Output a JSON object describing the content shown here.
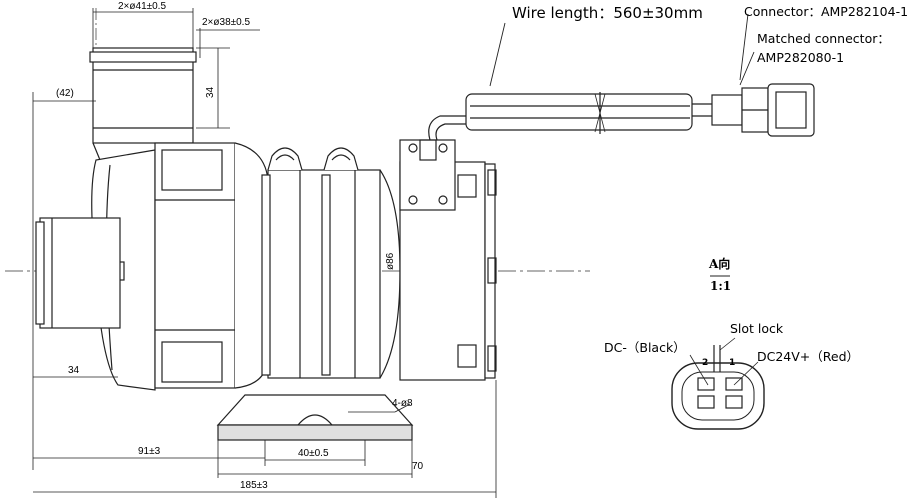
{
  "wire_length": "Wire length：560±30mm",
  "connector": "Connector：AMP282104-1",
  "matched_connector_label": "Matched connector：",
  "matched_connector_part": "AMP282080-1",
  "view": {
    "title": "A向",
    "scale": "1:1"
  },
  "pinout": {
    "slot_lock": "Slot lock",
    "dc_minus": "DC-（Black）",
    "dc_plus": "DC24V+（Red）",
    "pin2": "2",
    "pin1": "1"
  },
  "dimensions": {
    "outlet_outer": "2×ø41±0.5",
    "outlet_inner": "2×ø38±0.5",
    "height_34": "34",
    "offset_42": "(42)",
    "diameter_86": "ø86",
    "inlet_34": "34",
    "holes": "4-ø8",
    "d91": "91±3",
    "d40": "40±0.5",
    "d70": "70",
    "d185": "185±3"
  }
}
